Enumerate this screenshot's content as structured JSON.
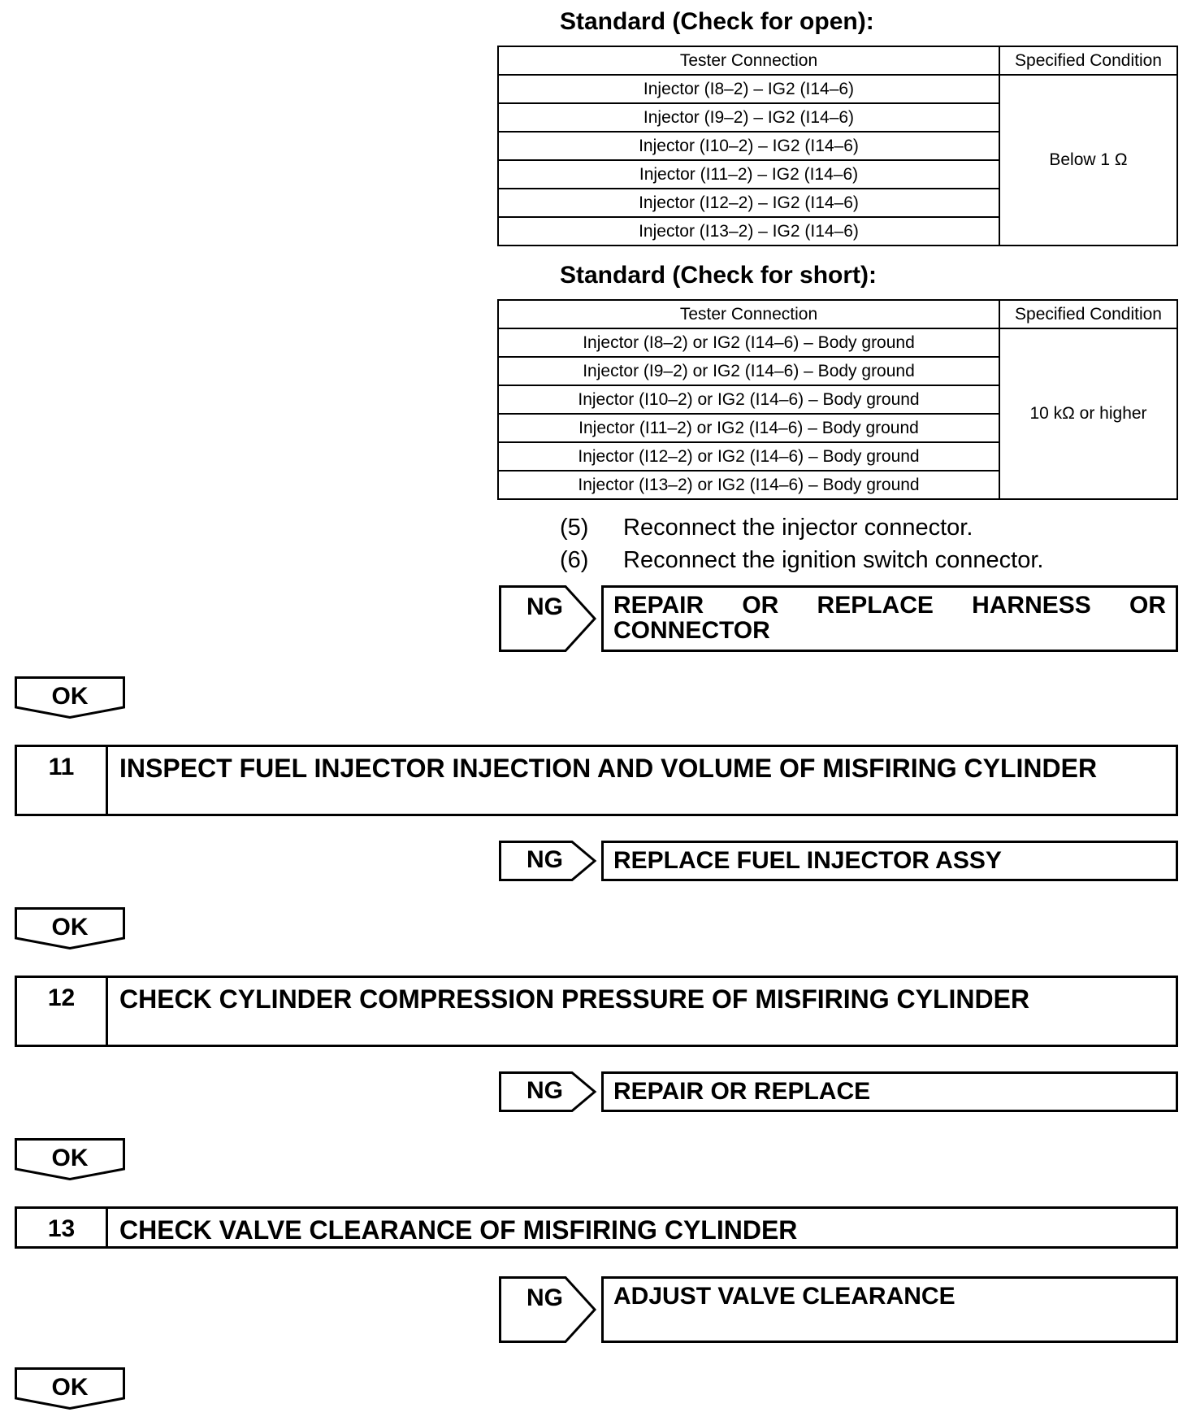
{
  "open_check": {
    "heading": "Standard (Check for open):",
    "col_connection": "Tester Connection",
    "col_condition": "Specified Condition",
    "rows": [
      "Injector (I8–2) – IG2 (I14–6)",
      "Injector (I9–2) – IG2 (I14–6)",
      "Injector (I10–2) – IG2 (I14–6)",
      "Injector (I11–2) – IG2 (I14–6)",
      "Injector (I12–2) – IG2 (I14–6)",
      "Injector (I13–2) – IG2 (I14–6)"
    ],
    "condition": "Below 1 Ω"
  },
  "short_check": {
    "heading": "Standard (Check for short):",
    "col_connection": "Tester Connection",
    "col_condition": "Specified Condition",
    "rows": [
      "Injector (I8–2) or IG2 (I14–6) – Body ground",
      "Injector (I9–2) or IG2 (I14–6) – Body ground",
      "Injector (I10–2) or IG2 (I14–6) – Body ground",
      "Injector (I11–2) or IG2 (I14–6) – Body ground",
      "Injector (I12–2) or IG2 (I14–6) – Body ground",
      "Injector (I13–2) or IG2 (I14–6) – Body ground"
    ],
    "condition": "10 kΩ or higher"
  },
  "substeps": [
    {
      "num": "(5)",
      "text": "Reconnect the injector connector."
    },
    {
      "num": "(6)",
      "text": "Reconnect the ignition switch connector."
    }
  ],
  "ng_label": "NG",
  "ok_label": "OK",
  "ng_results": [
    "REPAIR OR REPLACE HARNESS OR CONNECTOR",
    "REPLACE FUEL INJECTOR ASSY",
    "REPAIR OR REPLACE",
    "ADJUST VALVE CLEARANCE"
  ],
  "steps": [
    {
      "num": "11",
      "title": "INSPECT FUEL INJECTOR INJECTION AND VOLUME OF MISFIRING CYLINDER"
    },
    {
      "num": "12",
      "title": "CHECK CYLINDER COMPRESSION PRESSURE OF MISFIRING CYLINDER"
    },
    {
      "num": "13",
      "title": "CHECK VALVE CLEARANCE OF MISFIRING CYLINDER"
    }
  ]
}
